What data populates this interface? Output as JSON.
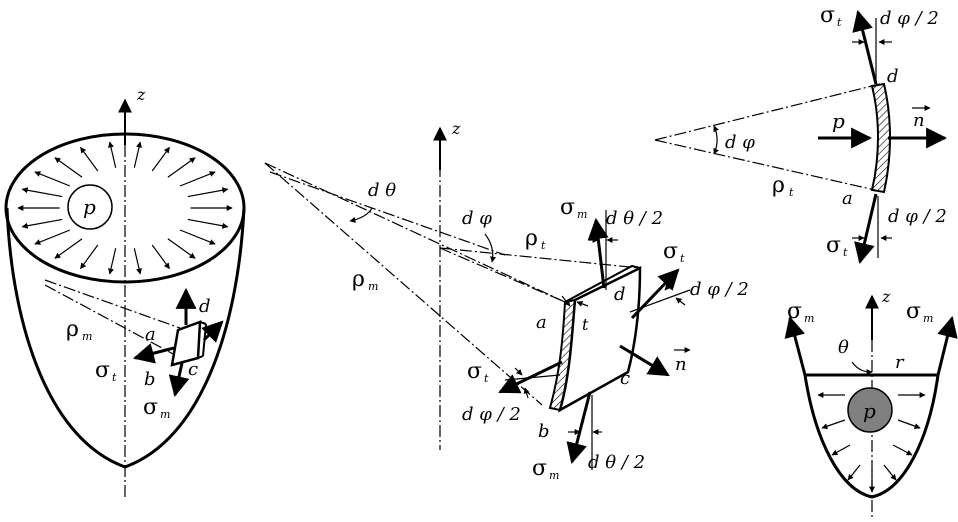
{
  "labels": {
    "z": "z",
    "p": "p",
    "rho": "ρ",
    "sigma": "σ",
    "sub_m": "m",
    "sub_t": "t",
    "a": "a",
    "b": "b",
    "c": "c",
    "d": "d",
    "t": "t",
    "n": "n",
    "r": "r",
    "theta": "θ",
    "d_theta": "d θ",
    "d_phi": "d φ",
    "d_theta_half": "d θ / 2",
    "d_phi_half": "d φ / 2"
  },
  "colors": {
    "stroke": "#000000",
    "pressure_fill": "#808080"
  }
}
